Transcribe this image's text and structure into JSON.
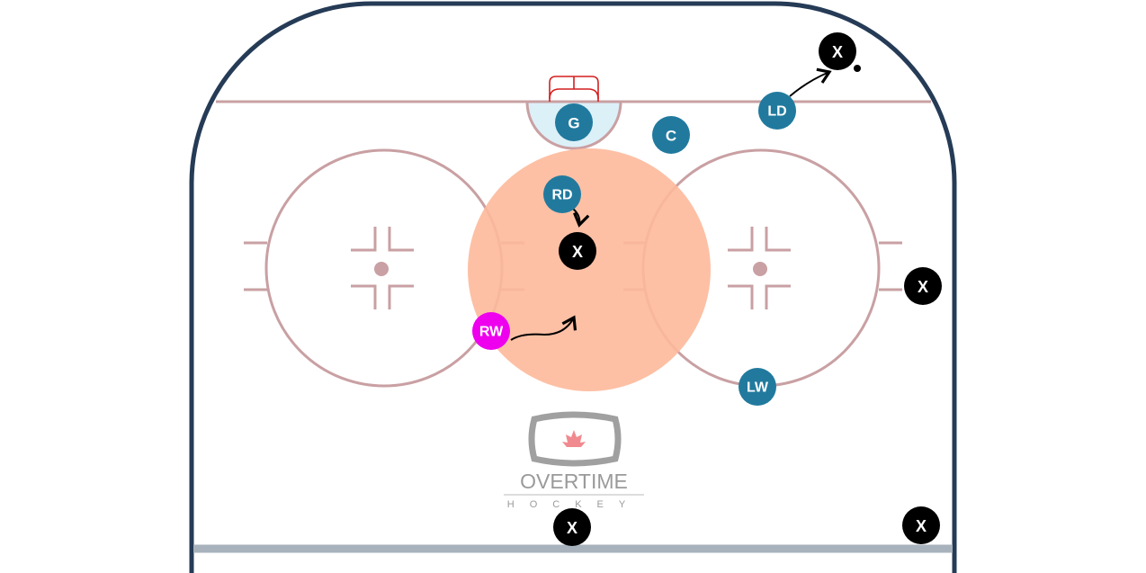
{
  "colors": {
    "boards": "#253b56",
    "lines": "#c9a0a3",
    "crease": "#dcf0f8",
    "net": "#d41f1f",
    "highlight": "#fdb99b",
    "team": "#217a9e",
    "selected": "#ee00ee",
    "opponent": "#000000",
    "bottom_line": "#a8b2bc"
  },
  "players": [
    {
      "label": "G"
    },
    {
      "label": "C"
    },
    {
      "label": "LD"
    },
    {
      "label": "RD"
    },
    {
      "label": "LW"
    },
    {
      "label": "RW"
    }
  ],
  "opponents": [
    {
      "label": "X"
    },
    {
      "label": "X"
    },
    {
      "label": "X"
    },
    {
      "label": "X"
    },
    {
      "label": "X"
    }
  ],
  "logo": {
    "name": "OVERTIME",
    "sub": "HOCKEY"
  }
}
